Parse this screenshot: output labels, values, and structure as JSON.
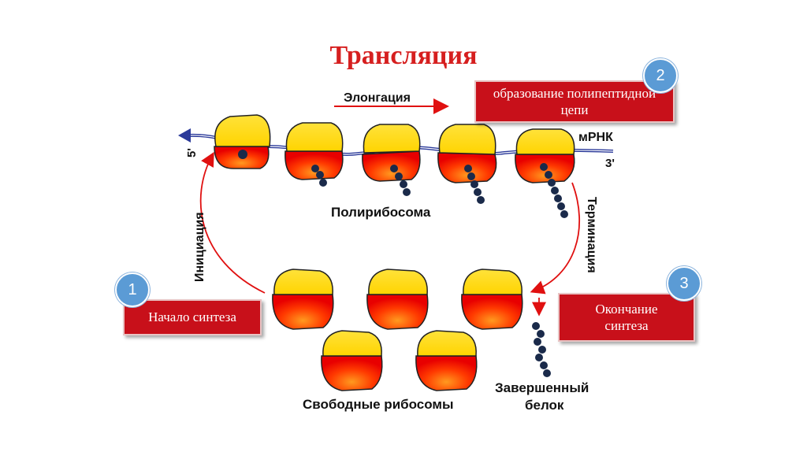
{
  "title": "Трансляция",
  "labels": {
    "elongation": "Элонгация",
    "five_prime": "5'",
    "three_prime": "3'",
    "mrna": "мРНК",
    "polyribosome": "Полирибосома",
    "initiation": "Инициация",
    "termination": "Терминация",
    "free_ribosomes": "Свободные рибосомы",
    "finished_protein_line1": "Завершенный",
    "finished_protein_line2": "белок"
  },
  "callouts": [
    {
      "number": "1",
      "text": "Начало синтеза"
    },
    {
      "number": "2",
      "text": "образование полипептидной цепи"
    },
    {
      "number": "3",
      "text": "Окончание синтеза"
    }
  ],
  "colors": {
    "title": "#d61f1f",
    "callout_bg": "#c8101a",
    "badge": "#5b9bd5",
    "ribosome_large": "#ff2a00",
    "ribosome_small": "#ffe84a",
    "mrna": "#2b3a9a",
    "peptide": "#1a2a4a",
    "arrow": "#e01010"
  }
}
